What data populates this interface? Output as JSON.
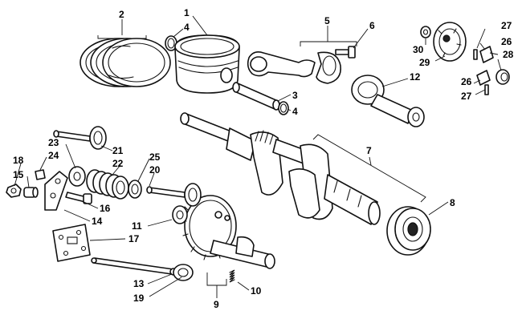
{
  "callouts": {
    "c1": "1",
    "c2": "2",
    "c3": "3",
    "c4a": "4",
    "c4b": "4",
    "c5": "5",
    "c6": "6",
    "c7": "7",
    "c8": "8",
    "c9": "9",
    "c10": "10",
    "c11": "11",
    "c12": "12",
    "c13": "13",
    "c14": "14",
    "c15": "15",
    "c16": "16",
    "c17": "17",
    "c18": "18",
    "c19": "19",
    "c20": "20",
    "c21": "21",
    "c22": "22",
    "c23": "23",
    "c24": "24",
    "c25": "25",
    "c26a": "26",
    "c26b": "26",
    "c27a": "27",
    "c27b": "27",
    "c28": "28",
    "c29": "29",
    "c30": "30"
  }
}
